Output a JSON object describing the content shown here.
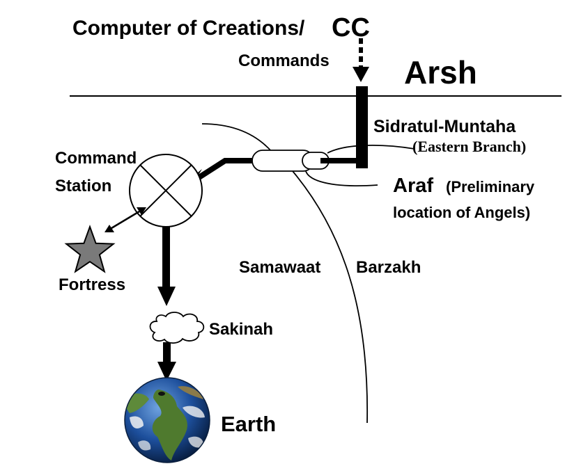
{
  "labels": {
    "computer": "Computer  of Creations/",
    "cc": "CC",
    "commands": "Commands",
    "arsh": "Arsh",
    "sidratul": "Sidratul-Muntaha",
    "eastern_branch": "(Eastern Branch)",
    "araf": "Araf",
    "araf_note_1": "(Preliminary",
    "araf_note_2": "location of Angels)",
    "command": "Command",
    "station": "Station",
    "fortress": "Fortress",
    "samawaat": "Samawaat",
    "barzakh": "Barzakh",
    "sakinah": "Sakinah",
    "earth": "Earth"
  },
  "colors": {
    "ink": "#000000",
    "star_fill": "#7a7a7a",
    "ocean": "#1d4f9c",
    "land": "#4f7a2e"
  }
}
